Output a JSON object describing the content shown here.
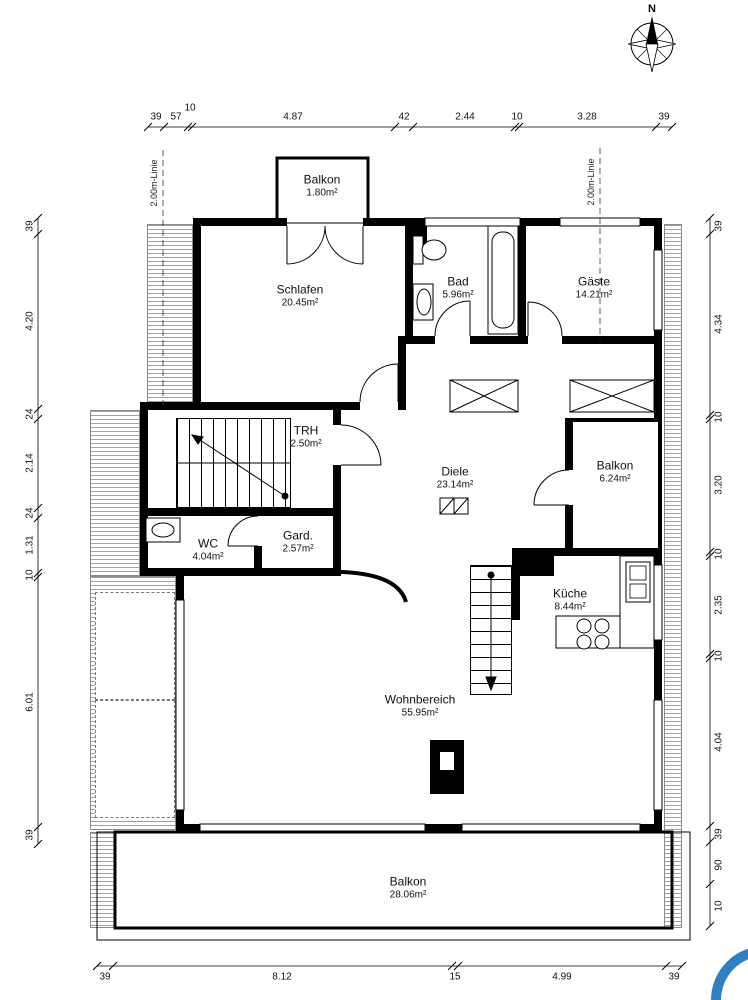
{
  "compass": {
    "north_label": "N"
  },
  "annotations": {
    "roof_line_left": "2.00m-Linie",
    "roof_line_right": "2.00m-Linie"
  },
  "rooms": [
    {
      "name": "Balkon",
      "area": "1.80m²"
    },
    {
      "name": "Schlafen",
      "area": "20.45m²"
    },
    {
      "name": "Bad",
      "area": "5.96m²"
    },
    {
      "name": "Gäste",
      "area": "14.21m²"
    },
    {
      "name": "TRH",
      "area": "2.50m²"
    },
    {
      "name": "Diele",
      "area": "23.14m²"
    },
    {
      "name": "Balkon",
      "area": "6.24m²"
    },
    {
      "name": "WC",
      "area": "4.04m²"
    },
    {
      "name": "Gard.",
      "area": "2.57m²"
    },
    {
      "name": "Küche",
      "area": "8.44m²"
    },
    {
      "name": "Wohnbereich",
      "area": "55.95m²"
    },
    {
      "name": "Balkon",
      "area": "28.06m²"
    }
  ],
  "dimensions": {
    "top": [
      "39",
      "57",
      "10",
      "4.87",
      "42",
      "2.44",
      "10",
      "3.28",
      "39"
    ],
    "left": [
      "39",
      "4.20",
      "24",
      "2.14",
      "24",
      "1.31",
      "10",
      "6.01",
      "39"
    ],
    "right": [
      "39",
      "4.34",
      "10",
      "3.20",
      "10",
      "2.35",
      "10",
      "4.04",
      "39",
      "90",
      "10"
    ],
    "bottom": [
      "39",
      "8.12",
      "15",
      "4.99",
      "39"
    ]
  },
  "colors": {
    "wall": "#000000",
    "hatch": "#a0a0a0",
    "watermark": "#2f7fc1"
  }
}
